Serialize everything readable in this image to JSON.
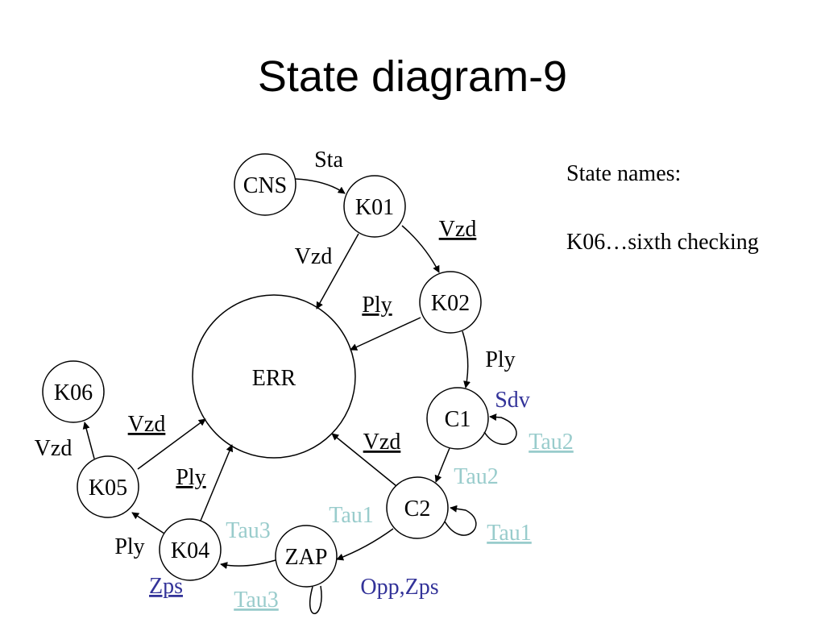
{
  "title": "State diagram-9",
  "notes": {
    "heading": "State names:",
    "line": "K06…sixth checking"
  },
  "colors": {
    "line": "#000000",
    "dark_blue": "#333399",
    "light_blue": "#99cccc"
  },
  "states": {
    "cns": "CNS",
    "k01": "K01",
    "k02": "K02",
    "err": "ERR",
    "c1": "C1",
    "c2": "C2",
    "zap": "ZAP",
    "k04": "K04",
    "k05": "K05",
    "k06": "K06"
  },
  "transitions": {
    "cns_k01": "Sta",
    "k01_k02": "Vzd",
    "k01_err": "Vzd",
    "k02_err": "Ply",
    "k02_c1": "Ply",
    "c1_self_top": "Sdv",
    "c1_self": "Tau2",
    "c1_c2": "Tau2",
    "c2_err": "Vzd",
    "c2_self": "Tau1",
    "c2_zap": "Tau1",
    "zap_k04": "Opp,Zps",
    "zap_self": "Tau3",
    "k04_err_tau": "Tau3",
    "k04_err": "Ply",
    "k04_k05": "Ply",
    "k04_zps": "Zps",
    "k05_err": "Vzd",
    "k05_k06": "Vzd"
  }
}
